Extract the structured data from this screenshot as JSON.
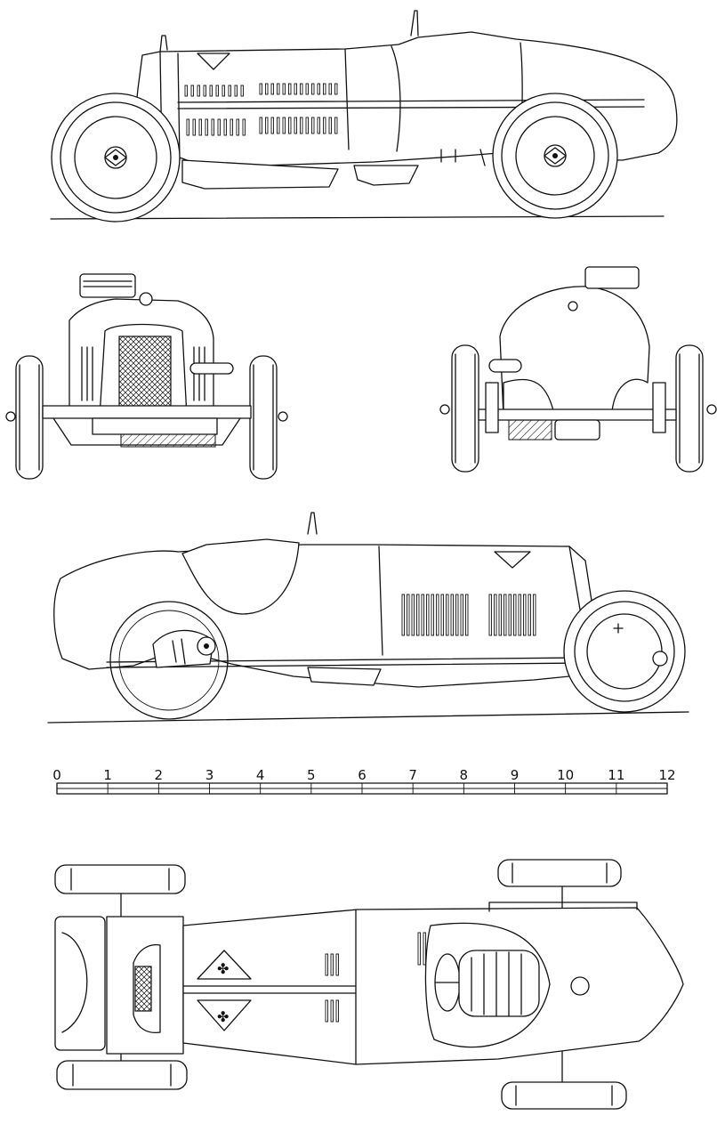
{
  "scale": {
    "labels": [
      "0",
      "1",
      "2",
      "3",
      "4",
      "5",
      "6",
      "7",
      "8",
      "9",
      "10",
      "11",
      "12"
    ]
  },
  "icons": {
    "emblem": "quadrifoglio-icon",
    "hub": "wheel-hub-icon"
  }
}
